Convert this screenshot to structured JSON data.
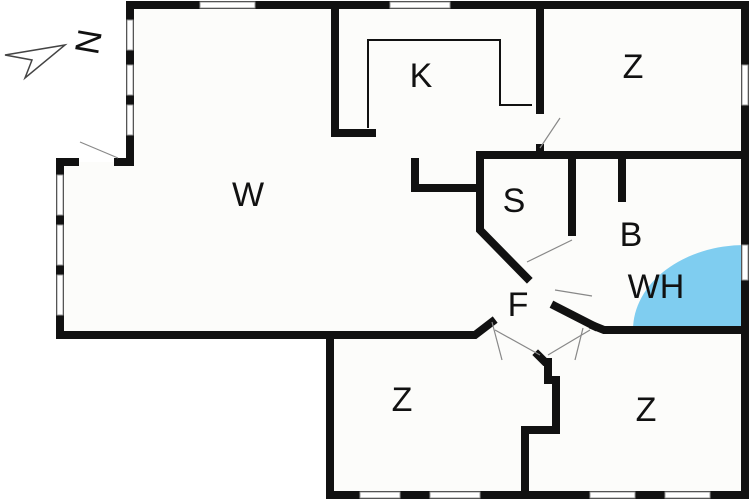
{
  "compass": {
    "label": "N"
  },
  "rooms": {
    "living": "W",
    "kitchen": "K",
    "room_top_right": "Z",
    "storage": "S",
    "bath": "B",
    "bath_fixture": "WH",
    "hall": "F",
    "room_bottom_left": "Z",
    "room_bottom_right": "Z"
  },
  "colors": {
    "wall": "#111111",
    "floor": "#fcfcfa",
    "fixture": "#7fcdf0"
  }
}
